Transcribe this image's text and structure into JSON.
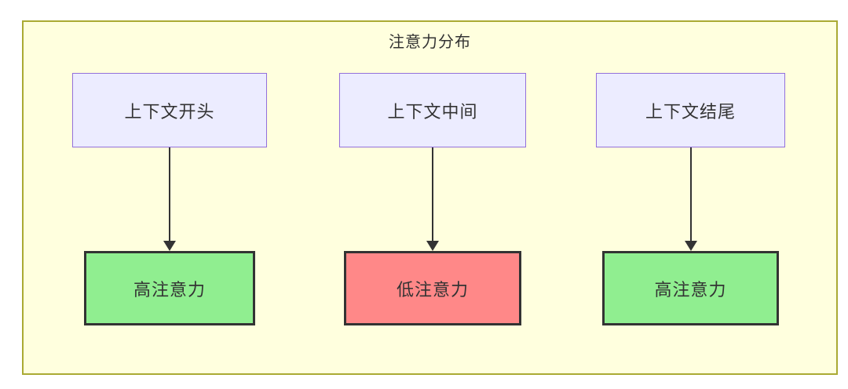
{
  "diagram": {
    "title": "注意力分布",
    "colors": {
      "frame_bg": "#ffffde",
      "frame_border": "#aaaa33",
      "top_node_fill": "#ECECFF",
      "top_node_border": "#9370DB",
      "high_attention_fill": "#90EE90",
      "low_attention_fill": "#ff8888",
      "bottom_node_border": "#333333",
      "arrow": "#333333",
      "text": "#333333"
    },
    "columns": [
      {
        "top_label": "上下文开头",
        "bottom_label": "高注意力",
        "bottom_fill": "#90EE90"
      },
      {
        "top_label": "上下文中间",
        "bottom_label": "低注意力",
        "bottom_fill": "#ff8888"
      },
      {
        "top_label": "上下文结尾",
        "bottom_label": "高注意力",
        "bottom_fill": "#90EE90"
      }
    ]
  }
}
